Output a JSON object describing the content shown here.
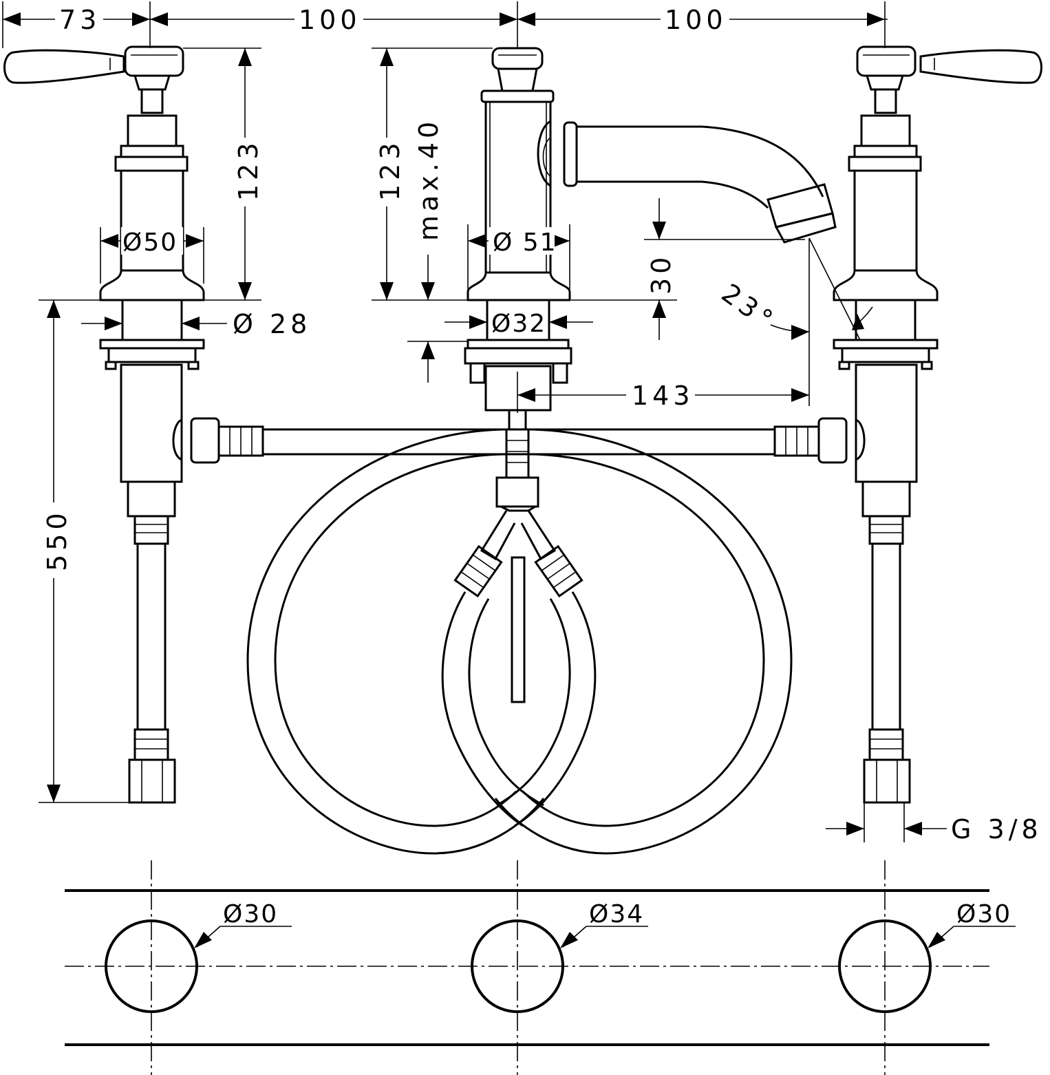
{
  "dimensions": {
    "top_left": "73",
    "top_mid": "100",
    "top_right": "100",
    "left_height": "123",
    "mid_height": "123",
    "max_height": "max.40",
    "left_diameter": "Ø50",
    "spout_diameter": "Ø 51",
    "left_shank": "Ø 28",
    "mid_shank": "Ø32",
    "spout_drop": "30",
    "angle": "23°",
    "reach": "143",
    "hose_length": "550",
    "connector": "G 3/8"
  },
  "hole_pattern": {
    "left_hole": "Ø30",
    "center_hole": "Ø34",
    "right_hole": "Ø30"
  }
}
